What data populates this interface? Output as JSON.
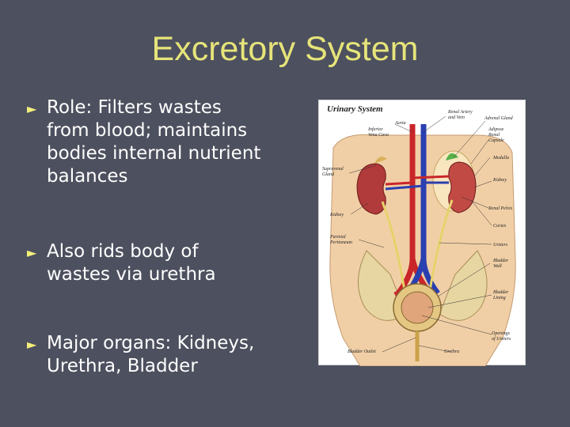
{
  "slide": {
    "title": "Excretory System",
    "bullet_symbol": "►",
    "bullets": [
      {
        "lines": [
          "Role: Filters wastes",
          "from blood; maintains",
          "bodies internal nutrient",
          "balances"
        ]
      },
      {
        "lines": [
          "Also rids body of",
          "wastes via urethra"
        ]
      },
      {
        "lines": [
          "Major organs: Kidneys,",
          "Urethra, Bladder"
        ]
      }
    ]
  },
  "figure": {
    "caption": "Urinary System",
    "labels": {
      "renal_artery": "Renal Artery\nand Vein",
      "aorta": "Aorta",
      "adrenal": "Adrenal Gland",
      "inferior_vena": "Inferior\nVena Cava",
      "adipose": "Adipose\nRenal\nCapsule",
      "suprarenal": "Suprarenal\nGland",
      "medulla": "Medulla",
      "kidney_right": "Kidney",
      "kidney_left": "Kidney",
      "renal_pelvis": "Renal Pelvis",
      "cortex": "Cortex",
      "parietal": "Parietal\nPeritoneum",
      "ureters": "Ureters",
      "bladder_wall": "Bladder\nWall",
      "bladder_lining": "Bladder\nLining",
      "openings": "Openings\nof Ureters",
      "bladder_outlet": "Bladder Outlet",
      "urethra": "Urethra"
    }
  }
}
